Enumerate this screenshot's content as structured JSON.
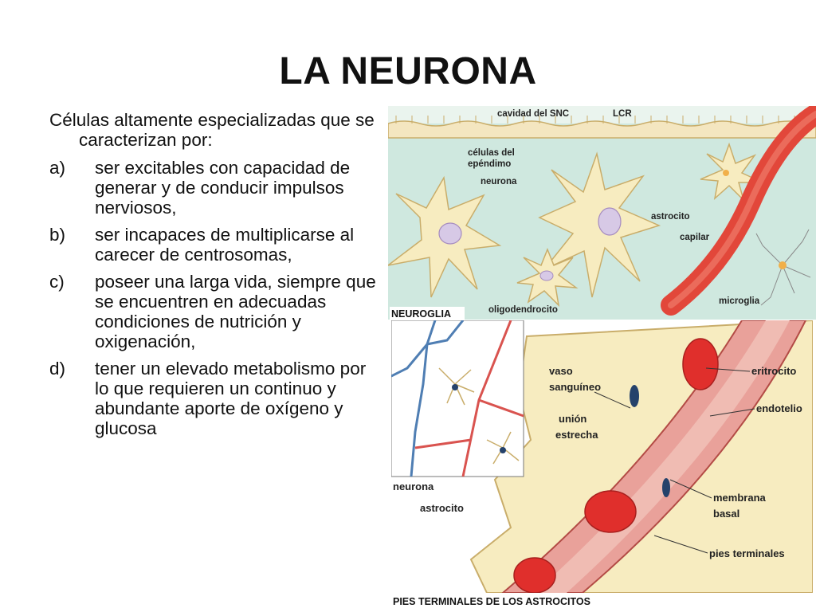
{
  "slide": {
    "title": "LA NEURONA",
    "intro": "Células altamente especializadas que se caracterizan por:",
    "items": [
      {
        "marker": "a)",
        "text": "ser excitables con capacidad de generar y de conducir impulsos nerviosos,"
      },
      {
        "marker": "b)",
        "text": "ser incapaces de multiplicarse al carecer de centrosomas,"
      },
      {
        "marker": "c)",
        "text": "poseer una larga vida, siempre que se encuentren en adecuadas condiciones de nutrición y oxigenación,"
      },
      {
        "marker": "d)",
        "text": "tener un elevado metabolismo por lo que requieren un continuo y abundante aporte de oxígeno y glucosa"
      }
    ]
  },
  "figure_top": {
    "caption": "NEUROGLIA",
    "labels": {
      "cavidad": "cavidad del SNC",
      "lcr": "LCR",
      "celulas_line1": "células del",
      "celulas_line2": "epéndimo",
      "neurona": "neurona",
      "astrocito": "astrocito",
      "capilar": "capilar",
      "microglia": "microglia",
      "oligodendrocito": "oligodendrocito"
    }
  },
  "figure_bottom": {
    "caption": "PIES TERMINALES DE LOS ASTROCITOS",
    "labels": {
      "vaso_line1": "vaso",
      "vaso_line2": "sanguíneo",
      "union_line1": "unión",
      "union_line2": "estrecha",
      "eritrocito": "eritrocito",
      "endotelio": "endotelio",
      "membrana_line1": "membrana",
      "membrana_line2": "basal",
      "pies": "pies terminales",
      "neurona": "neurona",
      "astrocito": "astrocito"
    }
  },
  "colors": {
    "fluid": "#cfe8df",
    "cell": "#f7ecc0",
    "cell_outline": "#c9ad6a",
    "vessel": "#e2473a",
    "vessel_lumen": "#f0b8ad",
    "nucleus": "#d7c9e6"
  }
}
